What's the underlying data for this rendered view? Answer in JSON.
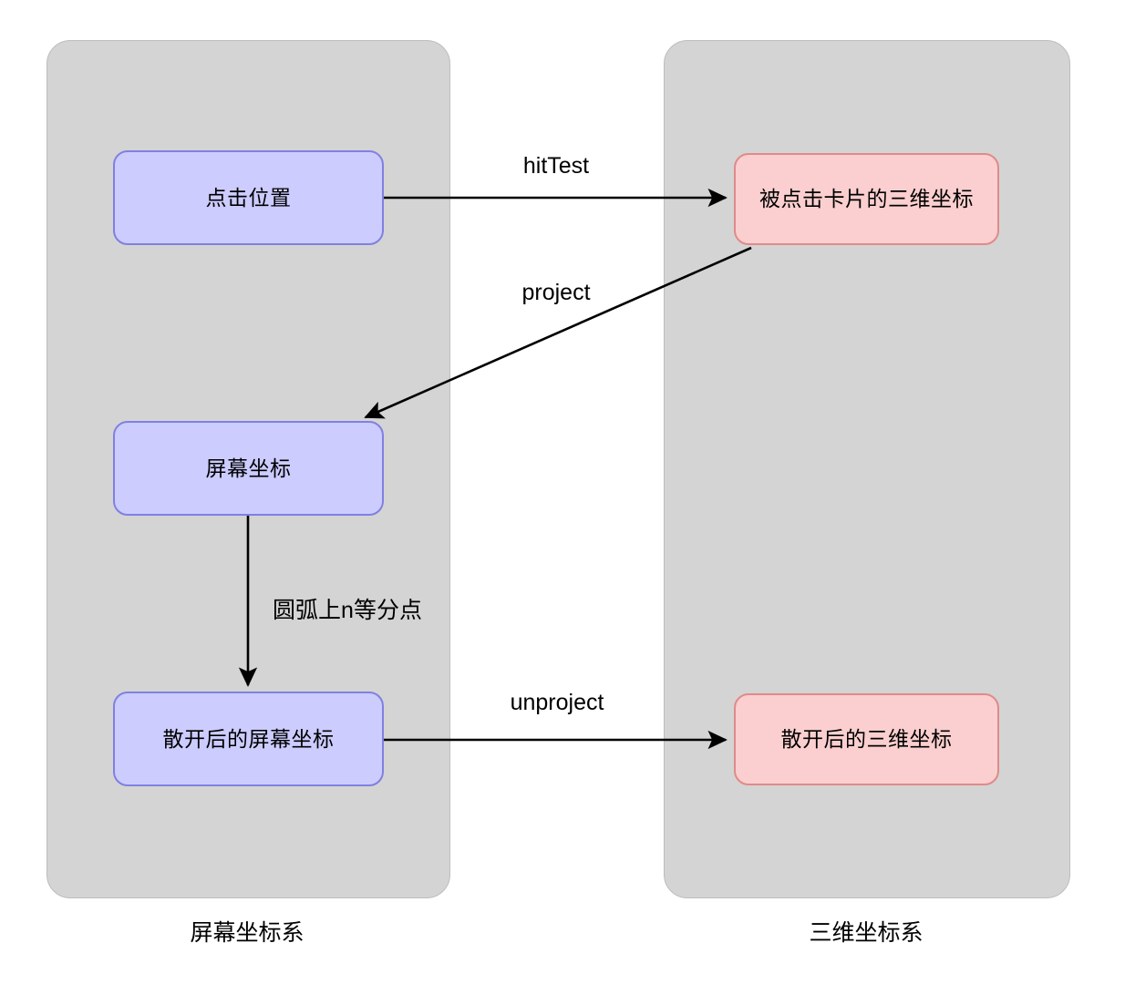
{
  "diagram": {
    "title": "",
    "colors": {
      "group_fill": "#d4d4d4",
      "group_stroke": "#bdbdbd",
      "blue_fill": "#ccccff",
      "blue_stroke": "#8080e0",
      "red_fill": "#fbcfcf",
      "red_stroke": "#e08a8a",
      "edge": "#000000",
      "background": "#ffffff"
    },
    "groups": [
      {
        "id": "screen",
        "caption": "屏幕坐标系"
      },
      {
        "id": "three_d",
        "caption": "三维坐标系"
      }
    ],
    "nodes": [
      {
        "id": "click_pos",
        "label": "点击位置",
        "group": "screen",
        "style": "blue"
      },
      {
        "id": "screen_coord",
        "label": "屏幕坐标",
        "group": "screen",
        "style": "blue"
      },
      {
        "id": "spread_screen",
        "label": "散开后的屏幕坐标",
        "group": "screen",
        "style": "blue"
      },
      {
        "id": "hit_card_3d",
        "label": "被点击卡片的三维坐标",
        "group": "three_d",
        "style": "red"
      },
      {
        "id": "spread_3d",
        "label": "散开后的三维坐标",
        "group": "three_d",
        "style": "red"
      }
    ],
    "edges": [
      {
        "id": "e_hittest",
        "label": "hitTest",
        "from": "click_pos",
        "to": "hit_card_3d",
        "kind": "straight-right"
      },
      {
        "id": "e_project",
        "label": "project",
        "from": "hit_card_3d",
        "to": "screen_coord",
        "kind": "diagonal-left-down"
      },
      {
        "id": "e_arc",
        "label": "圆弧上n等分点",
        "from": "screen_coord",
        "to": "spread_screen",
        "kind": "vertical-down"
      },
      {
        "id": "e_unproject",
        "label": "unproject",
        "from": "spread_screen",
        "to": "spread_3d",
        "kind": "straight-right"
      }
    ]
  }
}
